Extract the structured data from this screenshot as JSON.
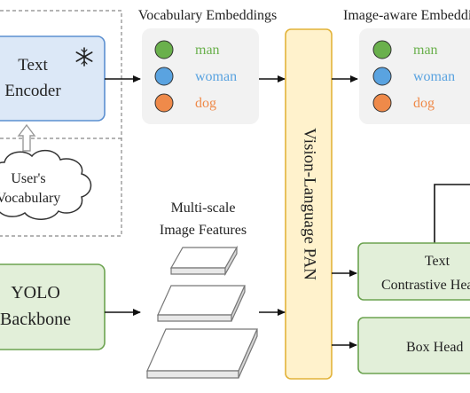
{
  "text_encoder": {
    "line1": "Text",
    "line2": "Encoder",
    "frozen_icon": "snowflake-icon"
  },
  "user_vocabulary": {
    "line1": "User's",
    "line2": "Vocabulary"
  },
  "vocab_embeddings": {
    "title": "Vocabulary Embeddings",
    "items": [
      {
        "label": "man",
        "color": "#6ab04c",
        "text_color": "#6ab04c"
      },
      {
        "label": "woman",
        "color": "#5aa3e0",
        "text_color": "#5aa3e0"
      },
      {
        "label": "dog",
        "color": "#ef8a4a",
        "text_color": "#ef8a4a"
      }
    ]
  },
  "image_aware_embeddings": {
    "title": "Image-aware Embeddings",
    "items": [
      {
        "label": "man",
        "color": "#6ab04c",
        "text_color": "#6ab04c"
      },
      {
        "label": "woman",
        "color": "#5aa3e0",
        "text_color": "#5aa3e0"
      },
      {
        "label": "dog",
        "color": "#ef8a4a",
        "text_color": "#ef8a4a"
      }
    ]
  },
  "pan": {
    "label": "Vision-Language PAN"
  },
  "multi_scale": {
    "line1": "Multi-scale",
    "line2": "Image Features"
  },
  "yolo_backbone": {
    "line1": "YOLO",
    "line2": "Backbone"
  },
  "text_contrastive_head": {
    "line1": "Text",
    "line2": "Contrastive Head"
  },
  "box_head": {
    "label": "Box Head"
  },
  "colors": {
    "encoder_fill": "#dce8f7",
    "encoder_stroke": "#5b8fd0",
    "pan_fill": "#fff2cc",
    "pan_stroke": "#e2b33a",
    "green_fill": "#e2efd9",
    "green_stroke": "#6ca350",
    "panel_fill": "#f2f2f2"
  }
}
